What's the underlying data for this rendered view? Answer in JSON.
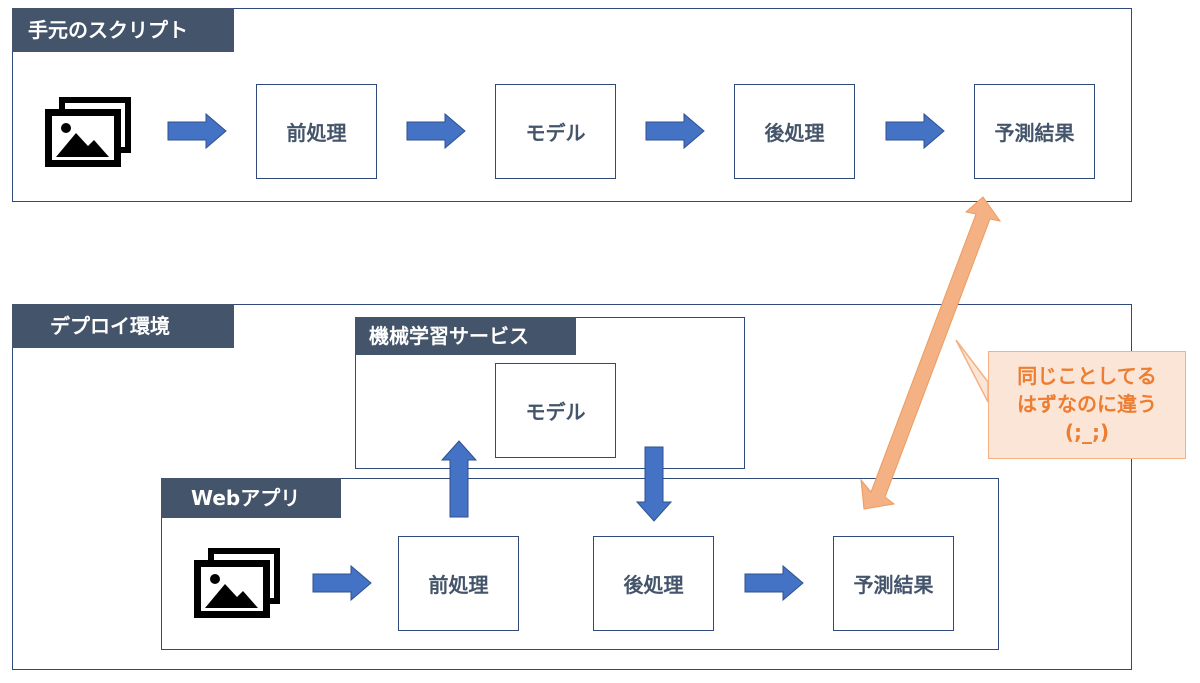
{
  "local": {
    "title": "手元のスクリプト",
    "preprocess": "前処理",
    "model": "モデル",
    "postprocess": "後処理",
    "result": "予測結果"
  },
  "deploy": {
    "title": "デプロイ環境",
    "ml_service": {
      "title": "機械学習サービス",
      "model": "モデル"
    },
    "webapp": {
      "title": "Webアプリ",
      "preprocess": "前処理",
      "postprocess": "後処理",
      "result": "予測結果"
    }
  },
  "callout": {
    "line1": "同じことしてる",
    "line2": "はずなのに違う",
    "line3": "(;_;)"
  },
  "colors": {
    "panel_border": "#2f4a78",
    "tag_bg": "#44546a",
    "arrow_blue": "#4472c4",
    "arrow_orange": "#f4b183",
    "callout_bg": "#fbe5d6",
    "callout_text": "#ed7d31"
  },
  "icons": [
    "images-icon",
    "arrow-right-icon",
    "arrow-up-icon",
    "arrow-down-icon",
    "double-arrow-icon"
  ]
}
